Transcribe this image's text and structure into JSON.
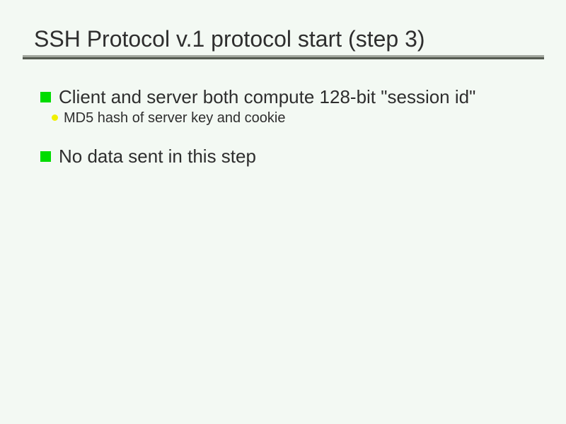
{
  "slide": {
    "title": "SSH Protocol v.1 protocol start (step 3)",
    "bullets": [
      {
        "level": 1,
        "text": "Client and server both compute 128-bit \"session id\""
      },
      {
        "level": 2,
        "text": "MD5 hash of server key and cookie"
      },
      {
        "level": 1,
        "text": "No data sent in this step"
      }
    ],
    "colors": {
      "background": "#f3f9f3",
      "text": "#2e2e2e",
      "bullet_level1": "#00dc00",
      "bullet_level2": "#f0f000",
      "rule_light": "#a2a79e",
      "rule_dark": "#555b51"
    }
  }
}
